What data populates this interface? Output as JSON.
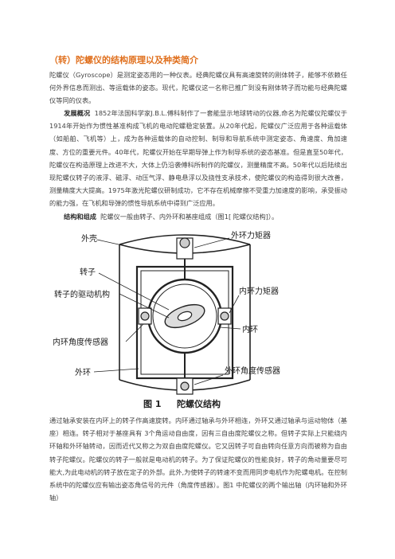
{
  "doc": {
    "title": "（转）陀螺仪的结构原理以及种类简介",
    "intro": "陀螺仪（Gyroscope）是测定姿态用的一种仪表。经典陀螺仪具有高速旋转的刚体转子，能够不依赖任何外界信息而测出、等运载体的姿态。现代，陀螺仪这一名称已推广到没有刚体转子而功能与经典陀螺仪等同的仪表。",
    "section1_label": "发展概况",
    "section1_text": "1852年法国科学家J.B.L.傅科制作了一套能显示地球转动的仪器,命名为陀螺仪陀螺仪于1914年开始作为惯性基准构成飞机的电动陀螺稳定装置。从20年代起，陀螺仪广泛应用于各种运载体（如船舶、飞机等）上，成为各种运载体的自动控制、制导和导航系统中测定姿态、角速度、角加速度、方位的重要元件。40年代，陀螺仪开始在早期导弹上作为制导系统的姿态基准。但是直至50年代，陀螺仪在构造原理上改进不大，大体上仍沿袭傅科所制作的陀螺仪，测量精度不高。50年代以后陆续出现陀螺仪转子的液浮、磁浮、动压气浮、静电悬浮以及挠性支承技术，使陀螺仪的构造得到很大改善，测量精度大大提高。1975年激光陀螺仪研制成功，它不存在机械摩擦不受重力加速度的影响，承受振动的能力强，在飞机和导弹的惯性导航系统中得到广泛应用。",
    "section2_label": "结构和组成",
    "section2_text": "陀螺仪一般由转子、内外环和基座组成（图1[ 陀螺仪结构]）。",
    "para3": "通过轴承安装在内环上的转子作高速旋转。内环通过轴承与外环相连，外环又通过轴承与运动物体（基座）相连。转子相对于基座具有 3个角运动自由度，因有三自由度陀螺仪之称。但转子实际上只能绕内环轴和外环轴转动，因而近代又称之为双自由度陀螺仪。它又因转子可自由转向任意方向而被称为自由转子陀螺仪。陀螺仪的转子一般就是电动机的转子。为了保证陀螺仪的性能良好，转子的角动量要尽可能大,为此电动机的转子放在定子的外部。此外,为使转子的转速不变而用同步电机作为陀螺电机。在控制系统中的陀螺仪应有输出姿态角信号的元件（角度传感器）。图1 中陀螺仪的两个输出轴（内环轴和外环轴）"
  },
  "figure": {
    "labels": {
      "shell": "外壳",
      "outer_torquer": "外环力矩器",
      "rotor": "转子",
      "inner_torquer": "内环力矩器",
      "rotor_drive": "转子的驱动机构",
      "inner_ring": "内环",
      "inner_angle_sensor": "内环角度传感器",
      "outer_ring": "外环",
      "outer_angle_sensor": "外环角度传感器"
    },
    "caption_num": "图 1",
    "caption_text": "陀螺仪结构"
  },
  "colors": {
    "title": "#e0701e",
    "text": "#444444"
  }
}
